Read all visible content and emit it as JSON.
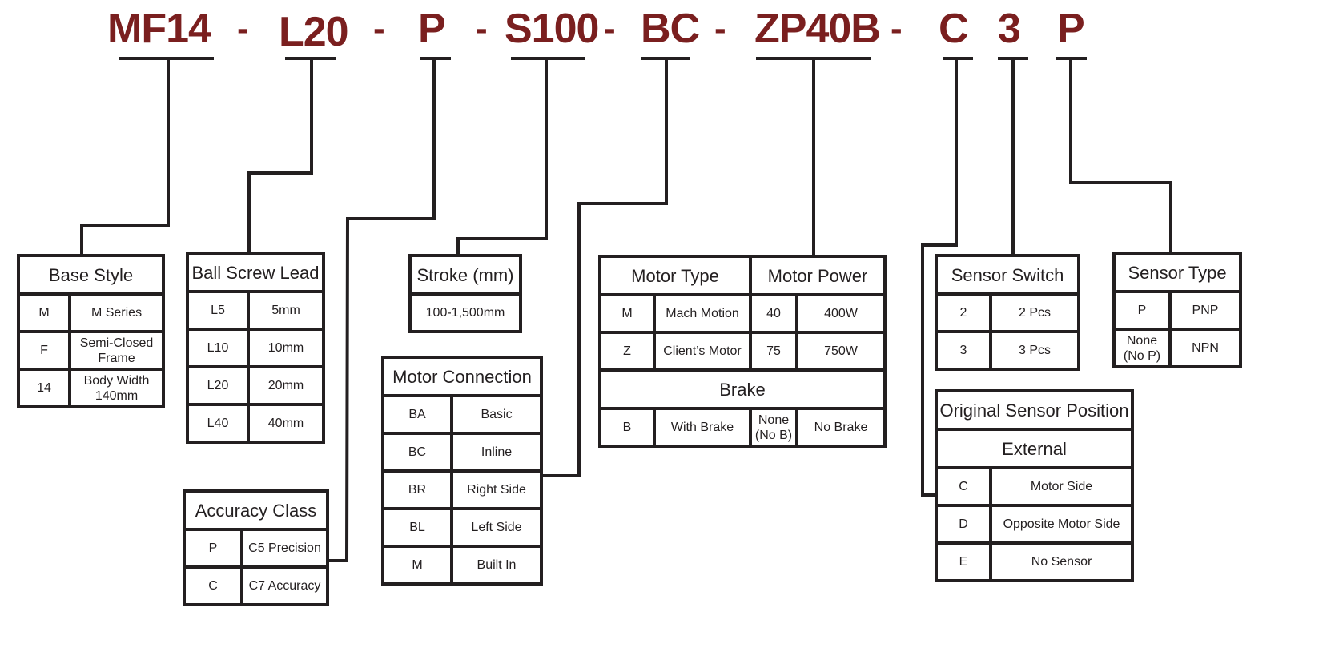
{
  "part_number": {
    "color": "#7a1f1f",
    "segments": [
      "MF14",
      "L20",
      "P",
      "S100",
      "BC",
      "ZP40B",
      "C",
      "3",
      "P"
    ],
    "separator": "-"
  },
  "tables": {
    "base_style": {
      "title": "Base Style",
      "rows": [
        {
          "code": "M",
          "desc": "M Series"
        },
        {
          "code": "F",
          "desc": "Semi-Closed Frame"
        },
        {
          "code": "14",
          "desc": "Body Width 140mm"
        }
      ]
    },
    "ball_screw_lead": {
      "title": "Ball Screw Lead",
      "rows": [
        {
          "code": "L5",
          "desc": "5mm"
        },
        {
          "code": "L10",
          "desc": "10mm"
        },
        {
          "code": "L20",
          "desc": "20mm"
        },
        {
          "code": "L40",
          "desc": "40mm"
        }
      ]
    },
    "accuracy_class": {
      "title": "Accuracy Class",
      "rows": [
        {
          "code": "P",
          "desc": "C5 Precision"
        },
        {
          "code": "C",
          "desc": "C7 Accuracy"
        }
      ]
    },
    "stroke": {
      "title": "Stroke (mm)",
      "value": "100-1,500mm"
    },
    "motor_connection": {
      "title": "Motor Connection",
      "rows": [
        {
          "code": "BA",
          "desc": "Basic"
        },
        {
          "code": "BC",
          "desc": "Inline"
        },
        {
          "code": "BR",
          "desc": "Right Side"
        },
        {
          "code": "BL",
          "desc": "Left Side"
        },
        {
          "code": "M",
          "desc": "Built In"
        }
      ]
    },
    "motor": {
      "type_title": "Motor Type",
      "power_title": "Motor Power",
      "rows": [
        {
          "type_code": "M",
          "type_desc": "Mach Motion",
          "power_code": "40",
          "power_desc": "400W"
        },
        {
          "type_code": "Z",
          "type_desc": "Client’s Motor",
          "power_code": "75",
          "power_desc": "750W"
        }
      ],
      "brake_title": "Brake",
      "brake_row": {
        "code1": "B",
        "desc1": "With Brake",
        "code2": "None (No B)",
        "desc2": "No Brake"
      }
    },
    "sensor_switch": {
      "title": "Sensor Switch",
      "rows": [
        {
          "code": "2",
          "desc": "2 Pcs"
        },
        {
          "code": "3",
          "desc": "3 Pcs"
        }
      ]
    },
    "sensor_type": {
      "title": "Sensor Type",
      "rows": [
        {
          "code": "P",
          "desc": "PNP"
        },
        {
          "code": "None (No P)",
          "desc": "NPN"
        }
      ]
    },
    "sensor_position": {
      "title": "Original Sensor Position",
      "subtitle": "External",
      "rows": [
        {
          "code": "C",
          "desc": "Motor Side"
        },
        {
          "code": "D",
          "desc": "Opposite Motor Side"
        },
        {
          "code": "E",
          "desc": "No Sensor"
        }
      ]
    }
  }
}
